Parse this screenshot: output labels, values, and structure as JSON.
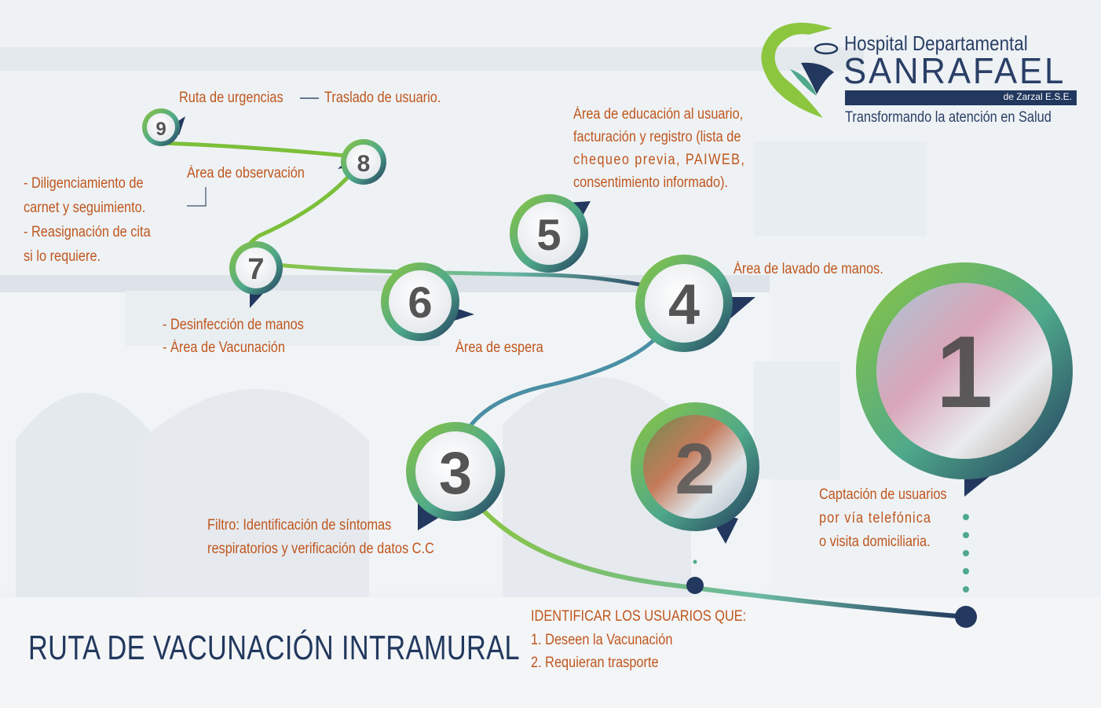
{
  "logo": {
    "line1": "Hospital Departamental",
    "line2a": "SAN",
    "line2b": "RAFAEL",
    "bar": "de Zarzal E.S.E.",
    "tagline": "Transformando la atención en Salud"
  },
  "title": "RUTA DE VACUNACIÓN INTRAMURAL",
  "steps": [
    {
      "num": "1",
      "text": [
        "Captación de usuarios",
        "por vía telefónica",
        "o visita domiciliaria."
      ]
    },
    {
      "num": "2",
      "text": []
    },
    {
      "num": "3",
      "text": [
        "Filtro: Identificación de síntomas",
        "respiratorios y verificación de datos C.C"
      ]
    },
    {
      "num": "4",
      "text": [
        "Área de lavado de manos."
      ]
    },
    {
      "num": "5",
      "text": [
        "Área de educación al usuario,",
        "facturación y registro (lista de",
        "chequeo previa, PAIWEB,",
        "consentimiento informado)."
      ]
    },
    {
      "num": "6",
      "text": [
        "Área de espera"
      ]
    },
    {
      "num": "7",
      "text": [
        "- Desinfección de manos",
        "- Área de Vacunación"
      ]
    },
    {
      "num": "8",
      "text": [
        "Área de observación"
      ]
    },
    {
      "num": "9",
      "text": [
        "Ruta de urgencias",
        "Traslado de usuario."
      ]
    }
  ],
  "note_left": [
    "- Diligenciamiento de",
    "carnet y seguimiento.",
    "- Reasignación de cita",
    "si lo requiere."
  ],
  "identify": {
    "heading": "IDENTIFICAR LOS USUARIOS QUE:",
    "items": [
      "1. Deseen la Vacunación",
      "2. Requieran trasporte"
    ]
  },
  "colors": {
    "green": "#7cbf3a",
    "teal": "#5fb0a0",
    "navy": "#22385e",
    "orange": "#c0561d"
  }
}
